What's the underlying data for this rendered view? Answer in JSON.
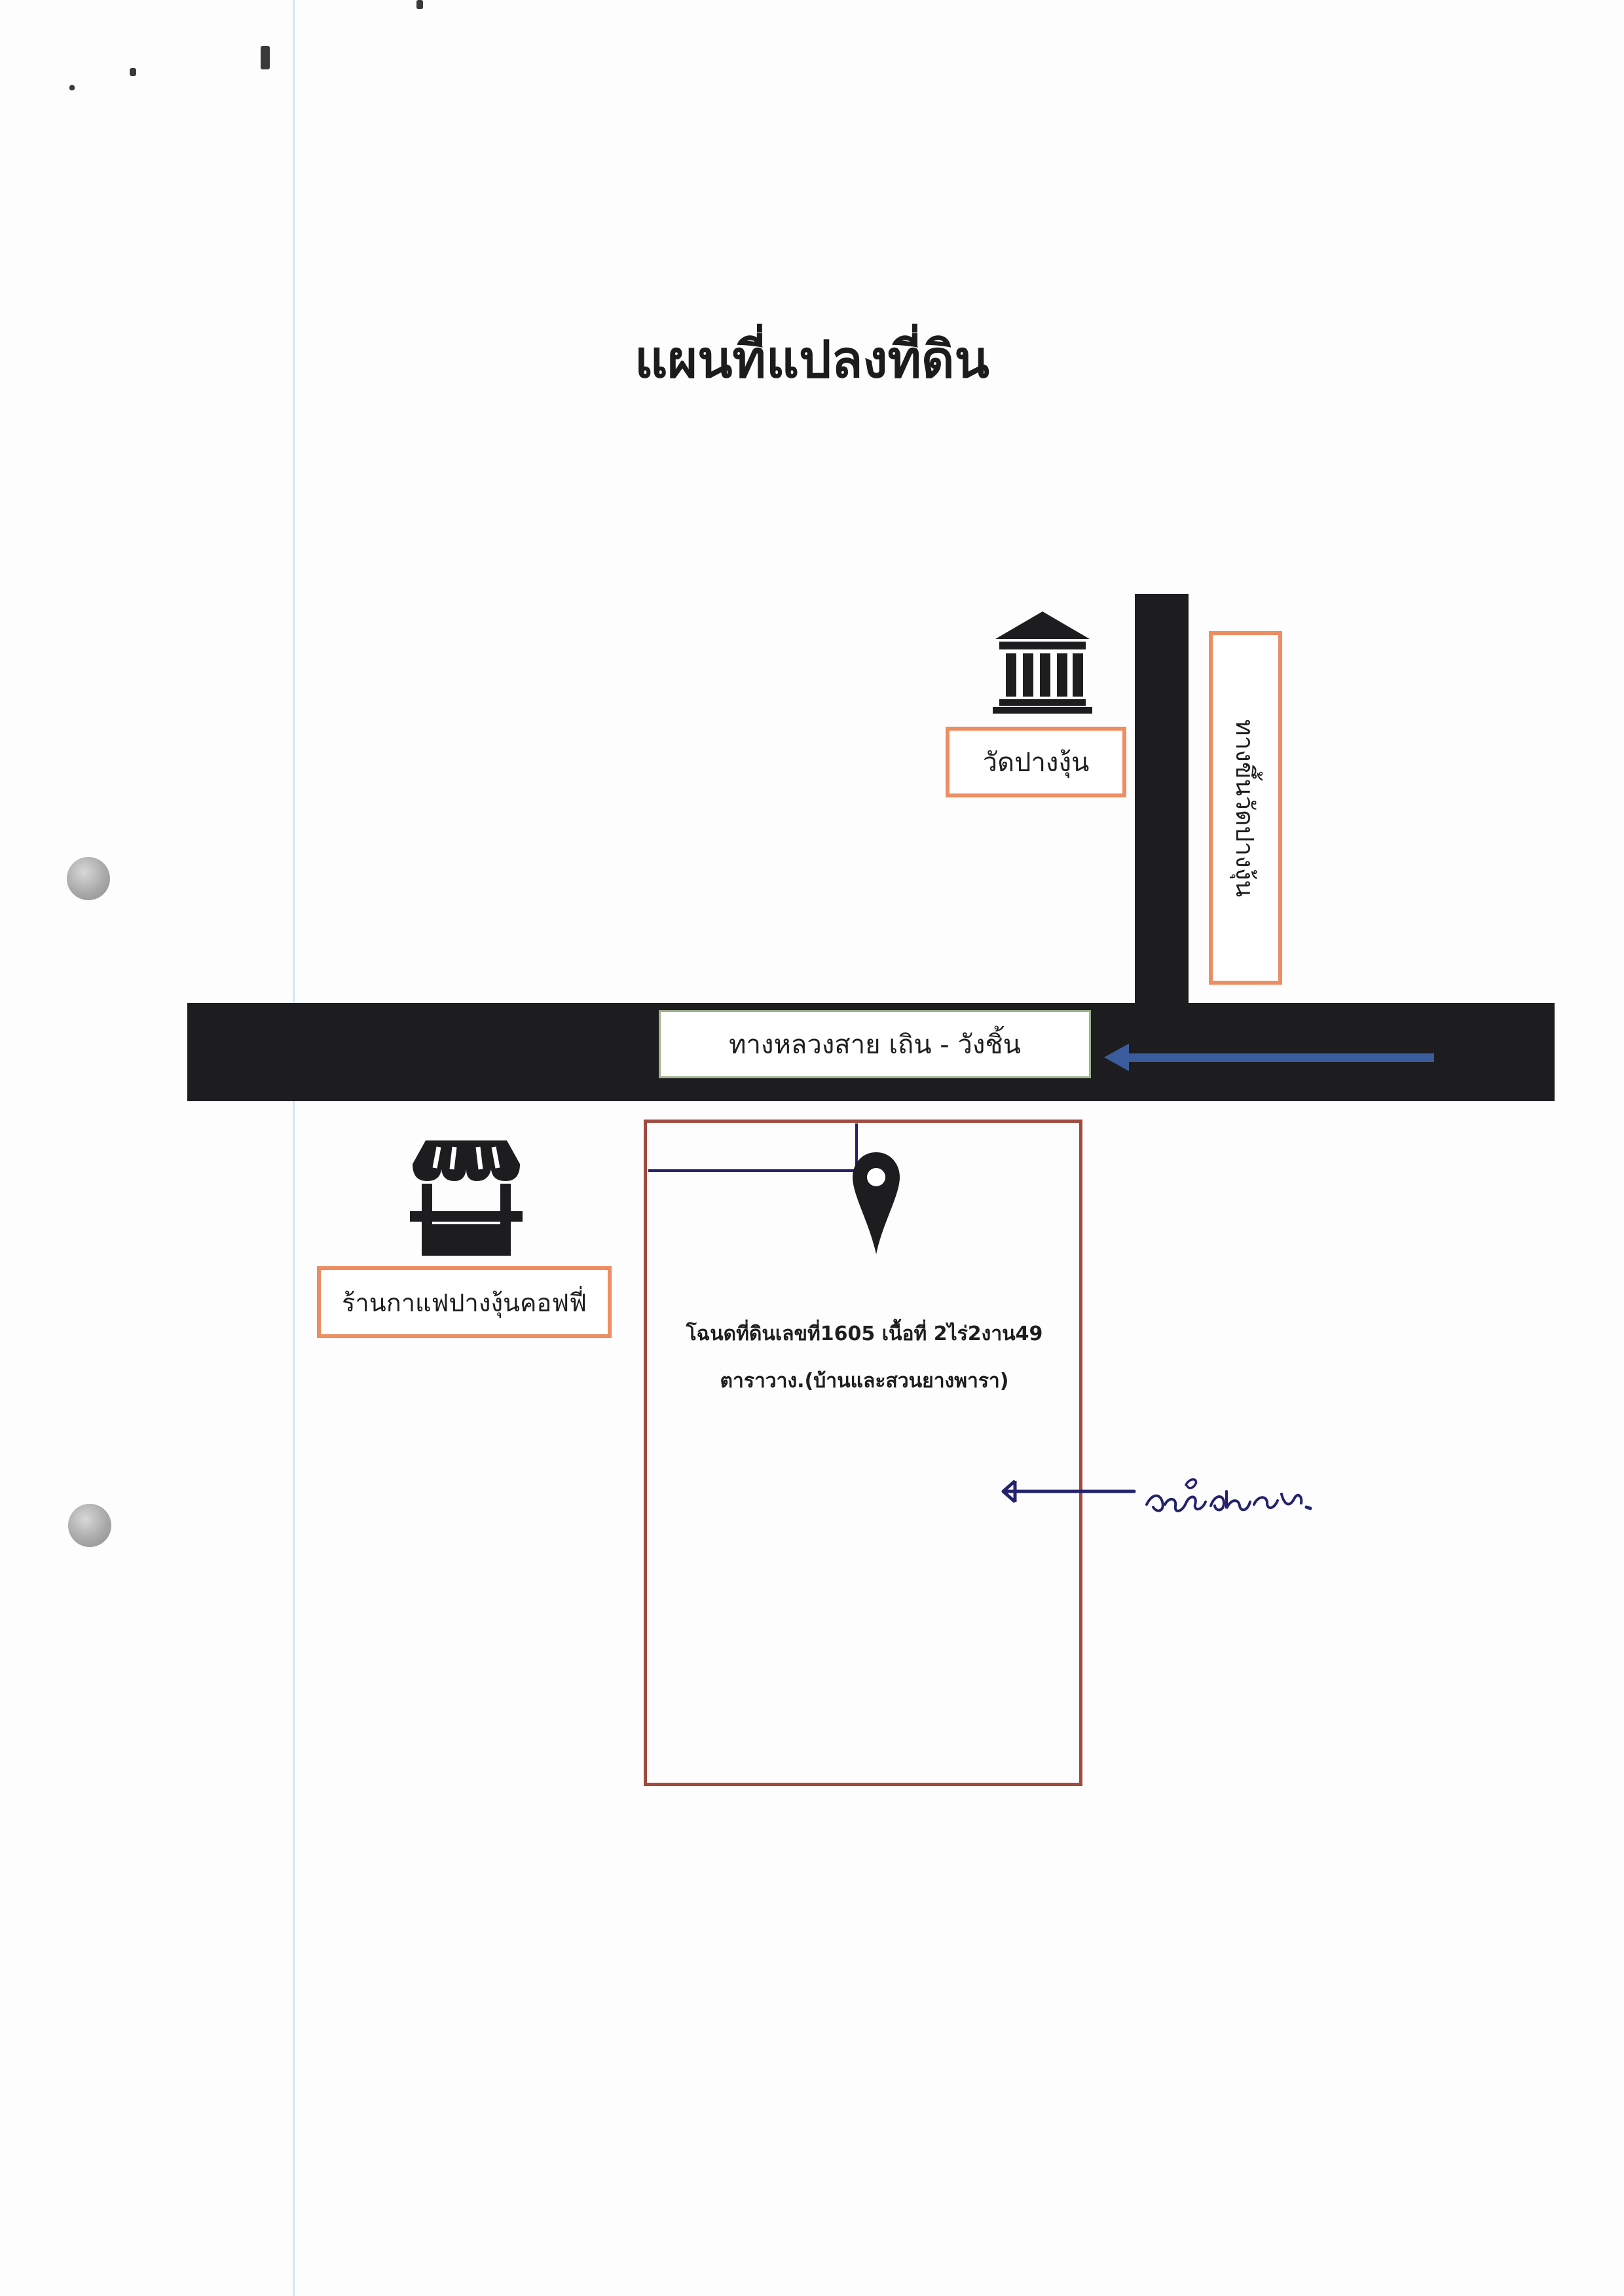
{
  "document": {
    "title": "แผนที่แปลงที่ดิน"
  },
  "map": {
    "landmarks": {
      "temple": {
        "label": "วัดปางงุ้น",
        "icon": "temple-icon"
      },
      "cafe": {
        "label": "ร้านกาแฟปางงุ้นคอฟฟี่",
        "icon": "shop-icon"
      }
    },
    "roads": {
      "main_road_label": "ทางหลวงสาย เถิน - วังชิ้น",
      "side_road_label": "ทางขึ้นวัดปางงุ้น"
    },
    "parcel": {
      "description_line1": "โฉนดที่ดินเลขที่1605 เนื้อที่ 2ไร่2งาน49",
      "description_line2": "ตาราวาง.(บ้านและสวนยางพารา)",
      "icon": "map-pin-icon"
    },
    "colors": {
      "road": "#1d1d1f",
      "label_border": "#ec8e62",
      "main_label_border": "#9db38f",
      "parcel_border": "#a14a3f",
      "direction_arrow": "#3b5c9c",
      "ink": "#23226b"
    }
  },
  "annotation": {
    "signature": "handwritten signature"
  }
}
